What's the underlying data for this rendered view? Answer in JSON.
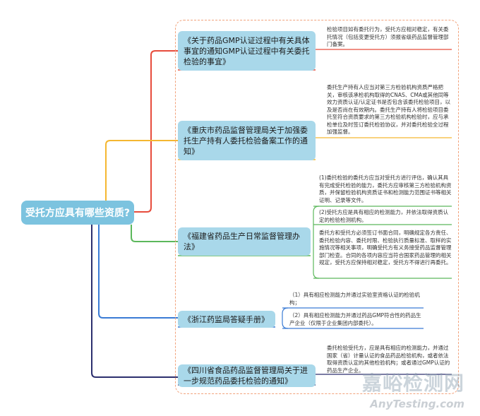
{
  "root": {
    "label": "受托方应具有哪些资质?"
  },
  "branches": [
    {
      "source": "《关于药品GMP认证过程中有关具体事宜的通知GMP认证过程中有关委托检验的事宜》",
      "notes": [
        "检验项目如有委托行为，受托方应相对稳定，有关委托情况（包括变更受托方）须报省级药品监督管理部门备案。"
      ]
    },
    {
      "source": "《重庆市药品监督管理局关于加强委托生产持有人委托检验备案工作的通知》",
      "notes": [
        "委托生产持有人应当对第三方检验机构资质严格把关，审核该承检机构取得的CNAS、CMA或其他同等效力资质认证/认定证书是否包含该委托检验项目，以及是否尚在有效期内。委托生产持有人将检验项目委托至符合资质要求的第三方检验机构检验时，应与承检单位及时签订委托检验协议，并对委托检验全过程加强监督。"
      ]
    },
    {
      "source": "《福建省药品生产日常监督管理办法》",
      "notes": [
        "(1)委托检验的委托方应当对受托方进行评估，确认其具有完成受托检验的能力，委托方应审核第三方检验机构资质，并保留检验机构资质证书和检测能力范围证书等相关证明、记录等文件。",
        "(2)受托方应是具有相应的检测能力，并依法取得资质认定的检验检测机构。",
        "委托方和受托方必须签订书面合同，明确规定各方责任、委托检验内容、委托时限、检验执行质量标准、取样的实施情况等相关事项，明确受托方有义务接受药品监督管理部门检查。合同的各项内容应当符合国家药品管理的相关规定，受托方应保持相对稳定，受托方不得进行再委托。"
      ]
    },
    {
      "source": "《浙江药监局答疑手册》",
      "notes": [
        "（1）具有相应检测能力并通过实验室资格认证的检验机构；",
        "（2）具有相应检测能力并通过药品GMP符合性的药品生产企业（仅限于企业集团内部委托）。"
      ]
    },
    {
      "source": "《四川省食品药品监督管理局关于进一步规范药品委托检验的通知》",
      "notes": [
        "委托检验受托方，应是具有相应的检测能力，并通过国家（省）计量认证的食品药品检验机构，或者依法取得资质认定的其他检验机构；或者通过GMP认证的药品生产企业。"
      ]
    }
  ],
  "watermark": {
    "line1": "嘉峪检测网",
    "line2": "AnyTesting.com"
  }
}
